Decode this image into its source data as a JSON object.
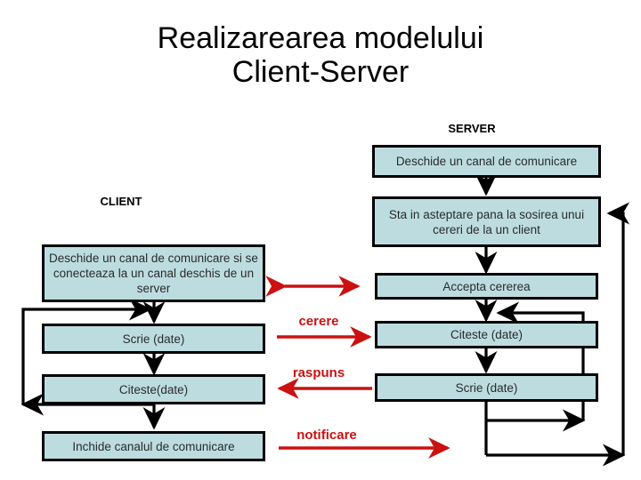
{
  "slide": {
    "title_line1": "Realizarearea modelului",
    "title_line2": "Client-Server",
    "background_color": "#ffffff"
  },
  "colors": {
    "box_fill": "#bcdce0",
    "box_border": "#000000",
    "text": "#2b2b2b",
    "accent_red": "#cc1111",
    "arrow_black": "#000000"
  },
  "columns": [
    {
      "id": "client",
      "label": "CLIENT"
    },
    {
      "id": "server",
      "label": "SERVER"
    }
  ],
  "client": {
    "label": "CLIENT",
    "steps": [
      {
        "id": "client-open-channel",
        "text": "Deschide un canal de comunicare si se conecteaza la un canal deschis de un server"
      },
      {
        "id": "client-write",
        "text": "Scrie (date)"
      },
      {
        "id": "client-read",
        "text": "Citeste(date)"
      },
      {
        "id": "client-close",
        "text": "Inchide canalul de comunicare"
      }
    ]
  },
  "server": {
    "label": "SERVER",
    "steps": [
      {
        "id": "server-open-channel",
        "text": "Deschide un canal de comunicare"
      },
      {
        "id": "server-wait",
        "text": "Sta in asteptare pana la sosirea unui cereri de la un client"
      },
      {
        "id": "server-accept",
        "text": "Accepta cererea"
      },
      {
        "id": "server-read",
        "text": "Citeste (date)"
      },
      {
        "id": "server-write",
        "text": "Scrie (date)"
      }
    ]
  },
  "messages": [
    {
      "id": "connection",
      "label": "",
      "direction": "bidirectional"
    },
    {
      "id": "request",
      "label": "cerere",
      "direction": "client-to-server"
    },
    {
      "id": "response",
      "label": "raspuns",
      "direction": "server-to-client"
    },
    {
      "id": "notification",
      "label": "notificare",
      "direction": "client-to-server"
    }
  ],
  "message_labels": {
    "request": "cerere",
    "response": "raspuns",
    "notification": "notificare"
  }
}
